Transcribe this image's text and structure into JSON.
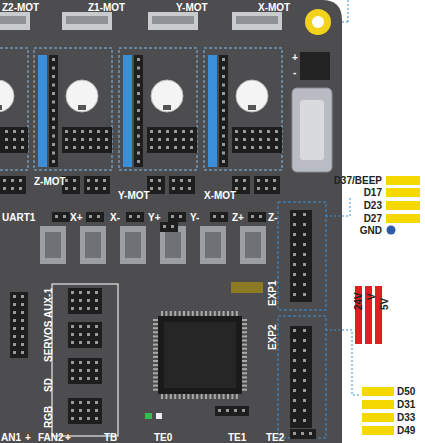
{
  "diagram": {
    "labels": [
      "Z2-MOT",
      "Z1-MOT",
      "Y-MOT",
      "X-MOT",
      "+",
      "-",
      "Z-MOT",
      "Y-MOT",
      "X-MOT",
      "UART1",
      "X+",
      "X-",
      "Y+",
      "Y-",
      "Z+",
      "Z-",
      "EXP1",
      "EXP2",
      "AUX-1",
      "SERVOS",
      "SD",
      "RGB",
      "AN1",
      "+",
      "FAN2",
      "+",
      "TB",
      "TE0",
      "TE1",
      "TE2",
      "D37/BEEP",
      "D17",
      "D23",
      "D27",
      "GND",
      "24V",
      "V",
      "5V",
      "D50",
      "D31",
      "D33",
      "D49"
    ]
  }
}
